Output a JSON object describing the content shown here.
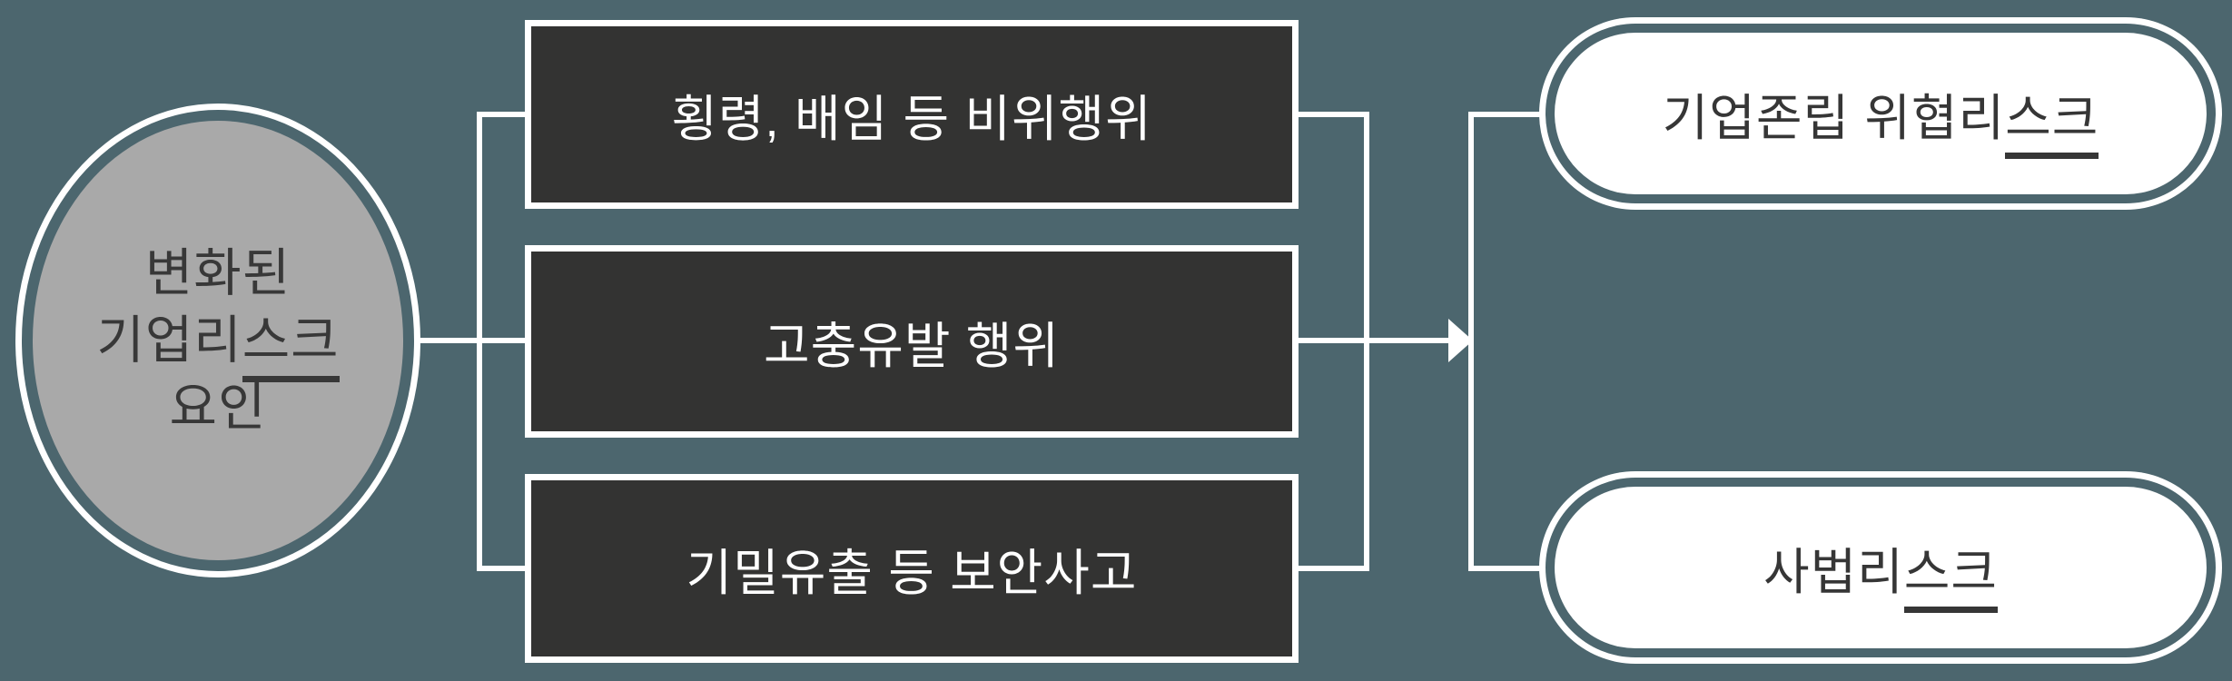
{
  "diagram": {
    "source": {
      "line1": "변화된",
      "line2_pre": "기업리",
      "line2_underlined": "스크",
      "line3": "요인"
    },
    "causes": [
      {
        "label": "횡령, 배임 등 비위행위"
      },
      {
        "label": "고충유발 행위"
      },
      {
        "label": "기밀유출 등 보안사고"
      }
    ],
    "outcomes": [
      {
        "pre": "기업존립 위협리",
        "underlined": "스크"
      },
      {
        "pre": "사법리",
        "underlined": "스크"
      }
    ]
  },
  "colors": {
    "background": "#4c666e",
    "cause_box_fill": "#333332",
    "source_fill": "#a9a9a9",
    "line_and_border": "#ffffff",
    "dark_text": "#363636",
    "light_text": "#ffffff"
  },
  "icons": {
    "arrow": "right-arrow-icon"
  }
}
